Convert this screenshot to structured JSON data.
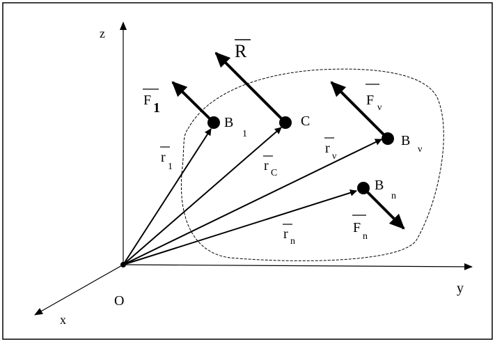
{
  "axes": {
    "z": "z",
    "y": "y",
    "x": "x",
    "origin": "O"
  },
  "points": {
    "b1": "B",
    "b1_sub": "1",
    "c": "C",
    "bv": "B",
    "bv_sub": "ν",
    "bn": "B",
    "bn_sub": "n"
  },
  "vectors": {
    "resultant": "R",
    "force_1": "F",
    "force_1_sub": "1",
    "force_v": "F",
    "force_v_sub": "ν",
    "force_n": "F",
    "force_n_sub": "n",
    "radius_1": "r",
    "radius_1_sub": "1",
    "radius_c": "r",
    "radius_c_sub": "C",
    "radius_v": "r",
    "radius_v_sub": "ν",
    "radius_n": "r",
    "radius_n_sub": "n"
  }
}
